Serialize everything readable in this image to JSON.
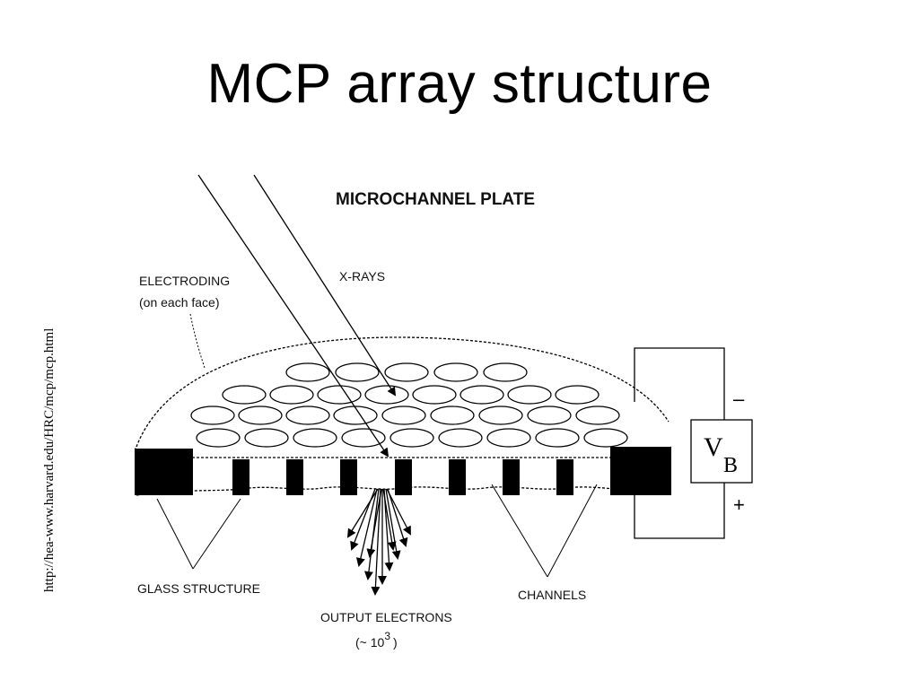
{
  "slide": {
    "title": "MCP array structure",
    "source_url": "http://hea-www.harvard.edu/HRC/mcp/mcp.html"
  },
  "diagram": {
    "heading": "MICROCHANNEL PLATE",
    "labels": {
      "electroding_line1": "ELECTRODING",
      "electroding_line2": "(on each face)",
      "xrays": "X-RAYS",
      "glass_structure": "GLASS STRUCTURE",
      "channels": "CHANNELS",
      "output_line1": "OUTPUT ELECTRONS",
      "output_prefix": "(~ 10",
      "output_exponent": "3",
      "output_suffix": ")"
    },
    "voltage": {
      "symbol": "V",
      "subscript": "B",
      "minus": "–",
      "plus": "+"
    }
  }
}
